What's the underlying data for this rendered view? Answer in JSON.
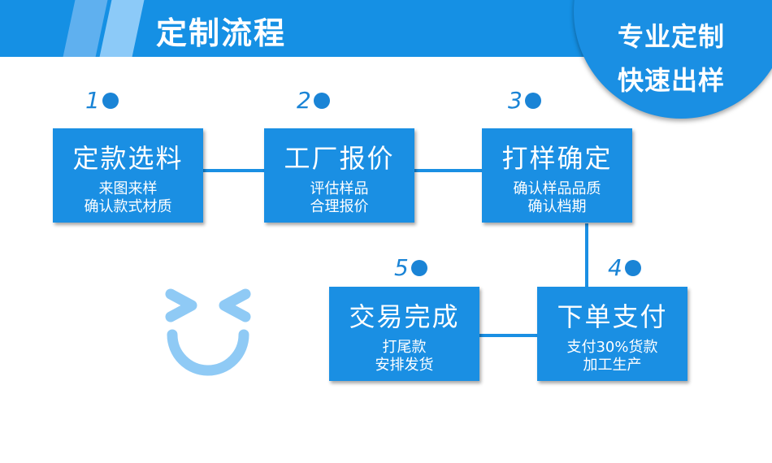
{
  "header": {
    "title": "定制流程",
    "badge_line1": "专业定制",
    "badge_line2": "快速出样"
  },
  "steps": [
    {
      "number": "1",
      "title": "定款选料",
      "line1": "来图来样",
      "line2": "确认款式材质"
    },
    {
      "number": "2",
      "title": "工厂报价",
      "line1": "评估样品",
      "line2": "合理报价"
    },
    {
      "number": "3",
      "title": "打样确定",
      "line1": "确认样品品质",
      "line2": "确认档期"
    },
    {
      "number": "4",
      "title": "下单支付",
      "line1": "支付30%货款",
      "line2": "加工生产"
    },
    {
      "number": "5",
      "title": "交易完成",
      "line1": "打尾款",
      "line2": "安排发货"
    }
  ],
  "colors": {
    "primary": "#1a8fe3",
    "smiley": "#8fcaf5"
  }
}
